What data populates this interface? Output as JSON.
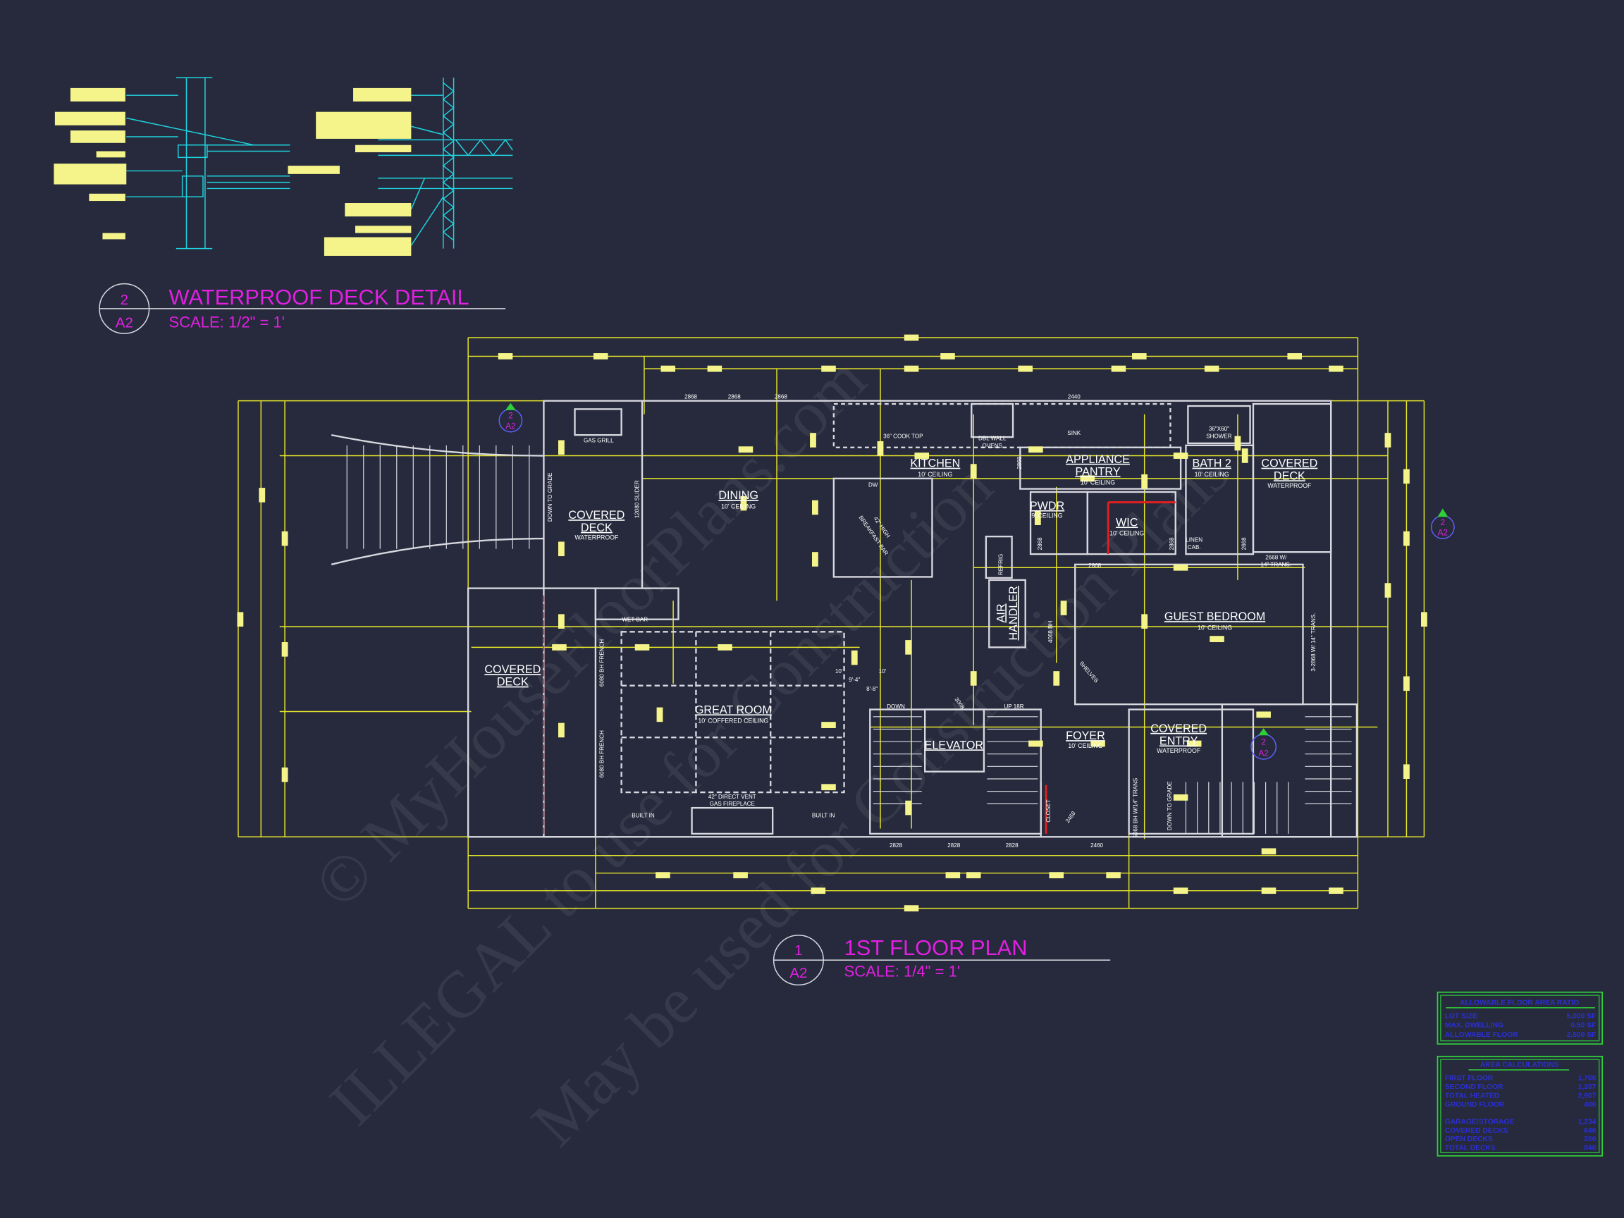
{
  "colors": {
    "background": "#262a3c",
    "dimension": "#e6e62a",
    "wall": "#d8d8e0",
    "title": "#e21fe2",
    "detail": "#1fd4e0",
    "table_border": "#2fcf3a",
    "table_text": "#2b2fd6"
  },
  "watermark": {
    "line1": "© MyHouseFloorPlans.com",
    "line2": "ILLEGAL to use for Construction",
    "line3": "May be used for Construction Plans"
  },
  "detail": {
    "number": "2",
    "sheet": "A2",
    "title": "WATERPROOF DECK DETAIL",
    "scale": "SCALE:  1/2\" = 1'"
  },
  "plan": {
    "number": "1",
    "sheet": "A2",
    "title": "1ST FLOOR PLAN",
    "scale": "SCALE:  1/4\" = 1'"
  },
  "section_markers": [
    {
      "number": "2",
      "sheet": "A2"
    },
    {
      "number": "2",
      "sheet": "A2"
    },
    {
      "number": "2",
      "sheet": "A2"
    }
  ],
  "rooms": {
    "dining": {
      "name": "DINING",
      "ceiling": "10' CEILING"
    },
    "kitchen": {
      "name": "KITCHEN",
      "ceiling": "10' CEILING"
    },
    "appliance_pantry": {
      "name": "APPLIANCE",
      "name2": "PANTRY",
      "ceiling": "10' CEILING"
    },
    "bath2": {
      "name": "BATH 2",
      "ceiling": "10' CEILING"
    },
    "covered_deck_right": {
      "name": "COVERED",
      "name2": "DECK",
      "note": "WATERPROOF"
    },
    "covered_deck_top": {
      "name": "COVERED",
      "name2": "DECK",
      "note": "WATERPROOF"
    },
    "covered_deck_left": {
      "name": "COVERED",
      "name2": "DECK"
    },
    "pwdr": {
      "name": "PWDR",
      "ceiling": "9' CEILING"
    },
    "wic": {
      "name": "WIC",
      "ceiling": "10' CEILING"
    },
    "guest_bedroom": {
      "name": "GUEST BEDROOM",
      "ceiling": "10' CEILING"
    },
    "great_room": {
      "name": "GREAT ROOM",
      "ceiling": "10' COFFERED CEILING"
    },
    "elevator": {
      "name": "ELEVATOR"
    },
    "foyer": {
      "name": "FOYER",
      "ceiling": "10' CEILING"
    },
    "covered_entry": {
      "name": "COVERED",
      "name2": "ENTRY",
      "note": "WATERPROOF"
    },
    "air_handler": {
      "name": "AIR",
      "name2": "HANDLER"
    }
  },
  "notes": {
    "gas_grill": "GAS GRILL",
    "cook_top": "36\" COOK TOP",
    "dbl_wall_ovens": "DBL WALL",
    "ovens": "OVENS",
    "sink": "SINK",
    "shower": "36\"X60\"",
    "shower2": "SHOWER",
    "linen": "LINEN",
    "linen2": "CAB.",
    "wet_bar": "WET BAR",
    "breakfast_bar": "42\" HIGH",
    "breakfast_bar2": "BREAKFAST BAR",
    "refrig": "REFRIG",
    "down_to_grade": "DOWN TO GRADE",
    "down_to_grade2": "DOWN TO GRADE",
    "slider": "12080 SLIDER",
    "french1": "6080 BH FRENCH",
    "french2": "6080 BH FRENCH",
    "down": "DOWN",
    "up": "UP 18R",
    "closet": "CLOSET",
    "shelves": "SHELVES",
    "built_in_left": "BUILT IN",
    "built_in_right": "BUILT IN",
    "fireplace": "42\" DIRECT VENT",
    "fireplace2": "GAS FIREPLACE",
    "door_2668w": "2668 W/",
    "door_2668w2": "14\" TRANS.",
    "door_5068": "5068 BH W/14\" TRANS",
    "door_4068": "4068 BH",
    "door_3068": "3-2868 W/ 14\" TRANS.",
    "dw": "DW",
    "ceil_10a": "10'",
    "ceil_10b": "10'",
    "ceil_9_4": "9'-4\"",
    "ceil_8_8": "8'-8\""
  },
  "door_sizes": {
    "top": [
      "2868",
      "2868",
      "2868",
      "2440"
    ],
    "bottom": [
      "2828",
      "2828",
      "2828",
      "2460"
    ],
    "interior": [
      "2868",
      "2868",
      "2868",
      "2668",
      "3068",
      "2468",
      "2868"
    ]
  },
  "tables": {
    "far": {
      "title": "ALLOWABLE FLOOR AREA RATIO",
      "rows": [
        {
          "label": "LOT SIZE",
          "value": "5,000 SF"
        },
        {
          "label": "MAX. DWELLING",
          "value": "0.50 SF"
        },
        {
          "label": "ALLOWABLE FLOOR",
          "value": "2,500 SF"
        }
      ]
    },
    "area": {
      "title": "AREA CALCULATIONS",
      "rows": [
        {
          "label": "FIRST FLOOR",
          "value": "1,700"
        },
        {
          "label": "SECOND FLOOR",
          "value": "1,207"
        },
        {
          "label": "TOTAL HEATED",
          "value": "2,907"
        },
        {
          "label": "GROUND FLOOR",
          "value": "400"
        },
        {
          "label": "GARAGE/STORAGE",
          "value": "1,234"
        },
        {
          "label": "COVERED DECKS",
          "value": "640"
        },
        {
          "label": "OPEN DECKS",
          "value": "200"
        },
        {
          "label": "TOTAL DECKS",
          "value": "840"
        }
      ]
    }
  }
}
